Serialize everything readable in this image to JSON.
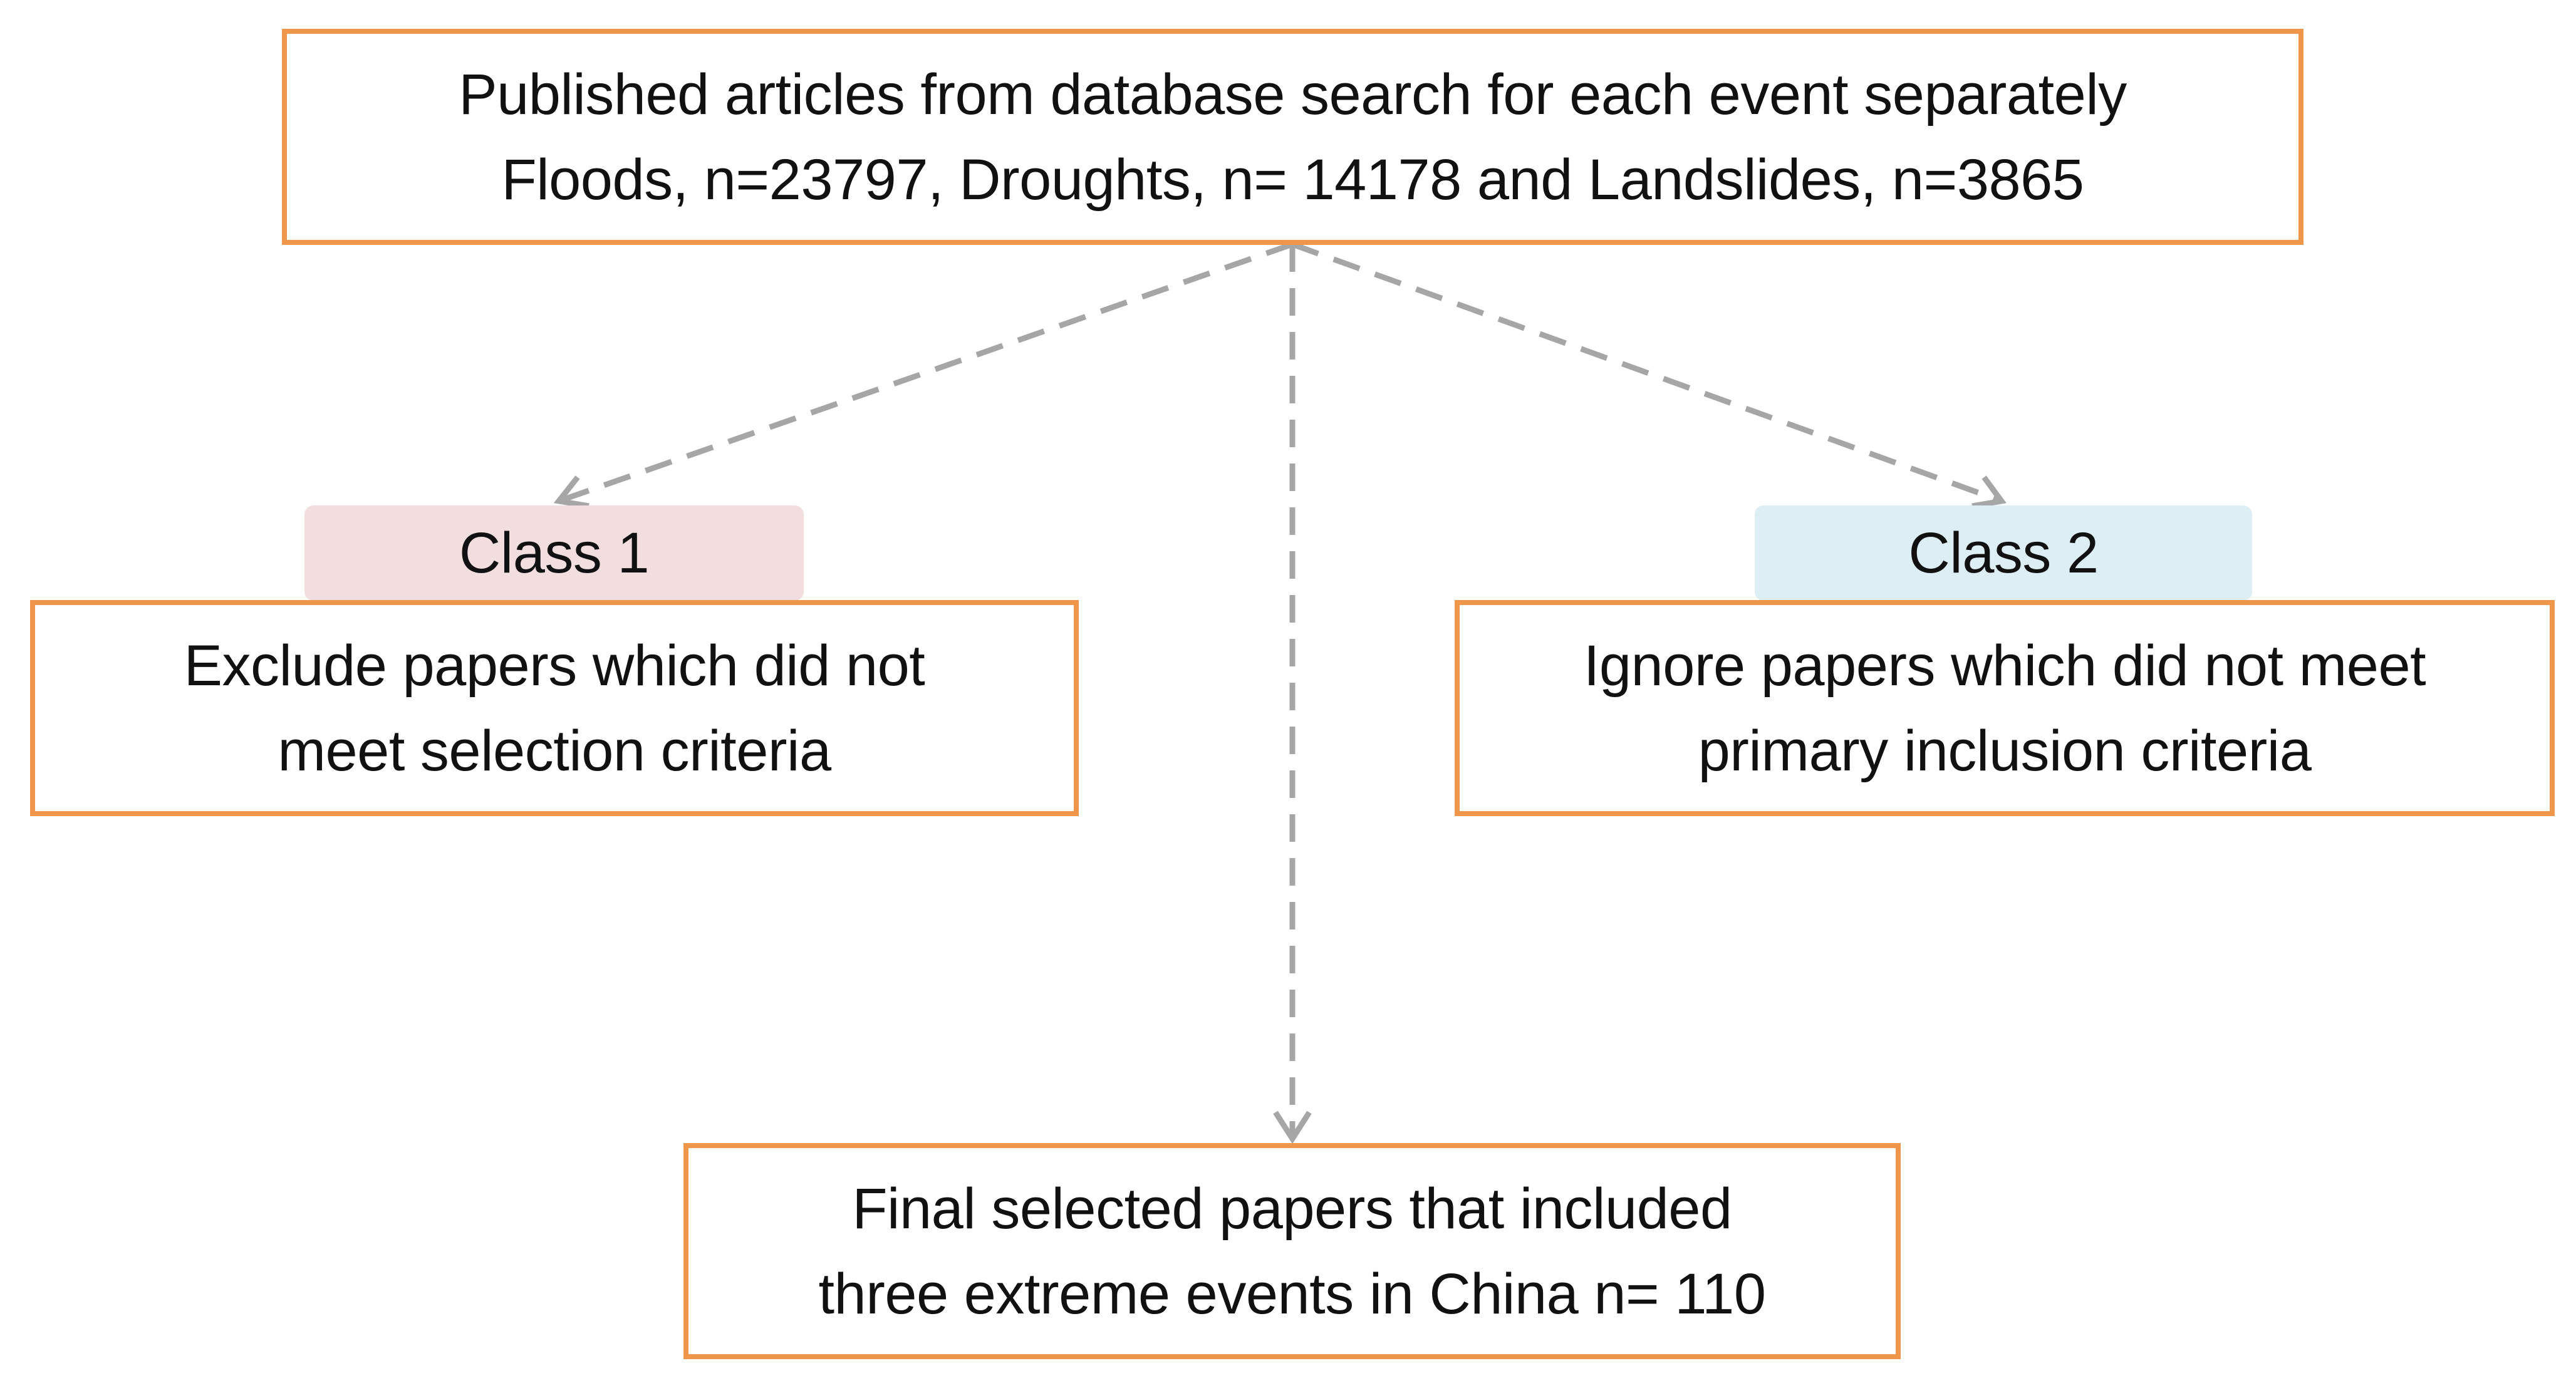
{
  "colors": {
    "box_border": "#f0964a",
    "connector": "#a6a6a6",
    "class1_fill": "#f2dede",
    "class2_fill": "#ddeef5"
  },
  "top_box": {
    "line1": "Published articles  from database search for each event separately",
    "line2": "Floods, n=23797, Droughts, n= 14178 and Landslides, n=3865"
  },
  "class1": {
    "tag": "Class 1",
    "line1": "Exclude papers which did not",
    "line2": "meet selection criteria"
  },
  "class2": {
    "tag": "Class 2",
    "line1": "Ignore papers which did not meet",
    "line2": "primary inclusion criteria"
  },
  "final_box": {
    "line1": "Final selected papers that included",
    "line2": "three extreme events in China n= 110"
  }
}
